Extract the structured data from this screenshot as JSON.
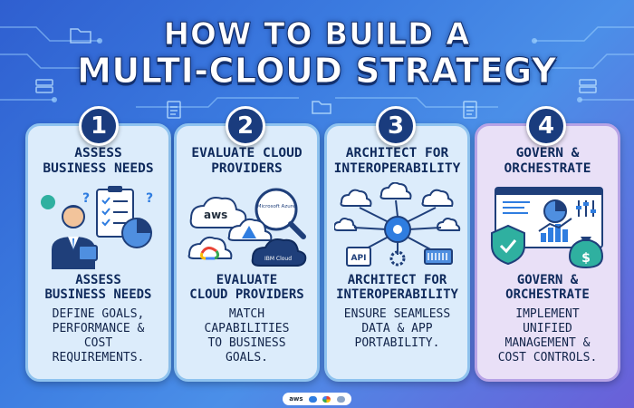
{
  "title": {
    "line1": "HOW TO BUILD A",
    "line2": "MULTI-CLOUD STRATEGY"
  },
  "steps": [
    {
      "number": "1",
      "heading": "ASSESS\nBUSINESS NEEDS",
      "subheading": "ASSESS\nBUSINESS NEEDS",
      "description": "DEFINE GOALS,\nPERFORMANCE &\nCOST\nREQUIREMENTS."
    },
    {
      "number": "2",
      "heading": "EVALUATE CLOUD\nPROVIDERS",
      "subheading": "EVALUATE\nCLOUD PROVIDERS",
      "description": "MATCH\nCAPABILITIES\nTO BUSINESS\nGOALS.",
      "provider_labels": {
        "aws": "aws",
        "azure": "Microsoft Azure",
        "ibm": "IBM Cloud"
      }
    },
    {
      "number": "3",
      "heading": "ARCHITECT FOR\nINTEROPERABILITY",
      "subheading": "ARCHITECT FOR\nINTEROPERABILITY",
      "description": "ENSURE SEAMLESS\nDATA & APP\nPORTABILITY.",
      "api_label": "API"
    },
    {
      "number": "4",
      "heading": "GOVERN &\nORCHESTRATE",
      "subheading": "GOVERN &\nORCHESTRATE",
      "description": "IMPLEMENT\nUNIFIED\nMANAGEMENT &\nCOST CONTROLS.",
      "money_label": "$"
    }
  ],
  "footer": {
    "aws_label": "aws"
  },
  "colors": {
    "card_blue": "#dcecfb",
    "card_purple": "#e9e0f7",
    "badge": "#1a3c7e",
    "text_dark": "#0f2a5c"
  }
}
